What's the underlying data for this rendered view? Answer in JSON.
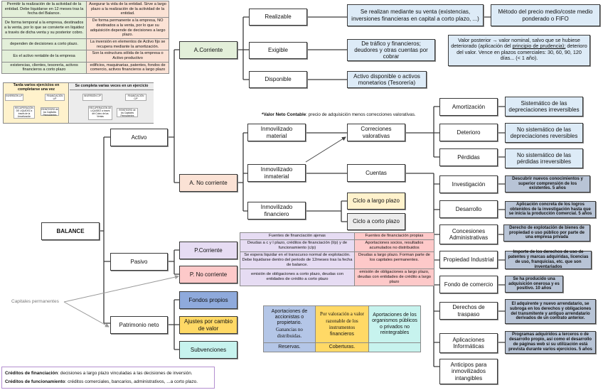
{
  "title": "BALANCE",
  "top_left_table": {
    "rows": [
      [
        "Permitir la realización de la actividad de la entidad. Debe liquidarse en 12 meses tras la fecha del Balance.",
        "Asegurar la vida de la entidad. Sirve a largo plazo a la realización de la actividad de la entidad."
      ],
      [
        "De forma temporal a la empresa, destinados a la venta, por lo que se convierte en liquidez a través de dicha venta y su posterior cobro.",
        "De forma permanente a la empresa, NO destinados a la venta, por lo que su adquisición depende de decisiones a largo plazo."
      ],
      [
        "dependen de decisiones a corto plazo.",
        "La inversión en elementos de Activo fijo se recupera mediante la amortización."
      ],
      [
        "Es el activo rentable de la empresa",
        "Son la estructura sólida de la empresa o Activo productivo"
      ],
      [
        "existencias, clientes, tesorería, activos financieros a corto plazo",
        "edificios, maquinarias, patentes, fondos de comercio, activos financieros a largo plazo"
      ]
    ]
  },
  "cycle_panel": {
    "left_header": "Tarda varios ejercicios en completarse una vez",
    "right_header": "Se completa varias veces en un ejercicio",
    "left_steps": [
      "INVERSIÓN L/P",
      "FINANCIACIÓN L/P",
      "RECUPERACIÓN DE LIQUIDEZ a través de la Amortización",
      "REINTEGRO de los Capitales Permanentes"
    ],
    "right_steps": [
      "INVERSIÓN C/P",
      "FINANCIACIÓN C/P",
      "RECUPERACIÓN DE LIQUIDEZ a través del Cobro de las Ventas",
      "REINTEGRO de los Capitales Permanentes"
    ]
  },
  "tree": {
    "balance": "BALANCE",
    "activo": "Activo",
    "pasivo": "Pasivo",
    "patrimonio": "Patrimonio neto",
    "a_corriente": "A.Corriente",
    "a_no_corriente": "A. No corriente",
    "p_corriente": "P.Corriente",
    "p_no_corriente": "P. No corriente",
    "fondos_propios": "Fondos propios",
    "ajustes": "Ajustes por cambio de valor",
    "subvenciones": "Subvenciones",
    "realizable": "Realizable",
    "exigible": "Exigible",
    "disponible": "Disponible",
    "realizable_desc": "Se realizan mediante su venta (existencias, inversiones financieras en capital a corto plazo, ...)",
    "realizable_method": "Método del precio medio/coste medio ponderado o FIFO",
    "exigible_desc": "De tráfico y financieros; deudores y otras cuentas por cobrar",
    "exigible_note_1": "Valor posterior → valor nominal, salvo que se hubiese deteriorado (aplicación del ",
    "exigible_note_link": "principio de prudencia);",
    "exigible_note_2": " deterioro del valor. Vence en plazos comerciales: 30, 60, 90, 120 días... (< 1 año).",
    "disponible_desc": "Activo disponible o activos monetarios (Tesorería)",
    "vnc_label": "*Valor Neto Contable",
    "vnc_text": ": precio de adquisición menos correcciones valorativas.",
    "inm_material": "Inmovilizado material",
    "inm_inmaterial": "Inmovilizado inmaterial",
    "inm_financiero": "Inmovilizado financiero",
    "correcciones": "Correciones valorativas",
    "cuentas": "Cuentas",
    "ciclo_largo": "Ciclo a largo plazo",
    "ciclo_corto": "Ciclo a corto plazo",
    "capitales_permanentes": "Capitales permanentes"
  },
  "correcciones_items": [
    {
      "label": "Amortización",
      "desc": "Sistemático de las depreciaciones irreversibles"
    },
    {
      "label": "Deterioro",
      "desc": "No sistemático de las depreciaciones reversibles"
    },
    {
      "label": "Pérdidas",
      "desc": "No sistemático de las pérdidas irreversibles"
    }
  ],
  "cuentas_items": [
    {
      "label": "Investigación",
      "desc": "Descubrir nuevos conocimientos y superior comprensión de los existentes. 5 años"
    },
    {
      "label": "Desarrollo",
      "desc": "Aplicación concreta de los logros obtenidos de la investigación hasta que se inicia la producción comercial. 5 años"
    },
    {
      "label": "Concesiones Administrativas",
      "desc": "Derecho de explotación de bienes de propiedad o uso público por parte de una empresa privada"
    },
    {
      "label": "Propiedad Industrial",
      "desc": "Importe de los derechos de uso de patentes y marcas adquiridas, licencias de uso, franquicias, etc. que son inventariados"
    },
    {
      "label": "Fondo de comercio",
      "desc": "Se ha producido una adquisición onerosa y es positivo. 10 años"
    },
    {
      "label": "Derechos de traspaso",
      "desc": "El adquirente y nuevo arrendatario, se subroga en los derechos y obligaciones del transmitente y antiguo arrendatario derivados de un contrato anterior."
    },
    {
      "label": "Aplicaciones Informáticas",
      "desc": "Programas adquiridos a terceros o de desarrollo propio, así como el desarrollo de páginas web si su utilización está prevista durante varios ejercicios. 5 años"
    },
    {
      "label": "Anticipos para inmovilizados intangibles",
      "desc": ""
    }
  ],
  "financing_table": {
    "headers": [
      "Fuentes de financiación ajenas",
      "Fuentes de financiación propias"
    ],
    "rows": [
      [
        "Deudas a c y l plazo, créditos de financiación (l/p) y de funcionamiento (c/p)",
        "Aportaciones socios, resultados acumulados no distribuidos"
      ],
      [
        "Se espera liquidar en el transcurso normal de explotación. Debe liquidarse dentro del periodo de 12meses tras la fecha de balance.",
        "Deudas a largo plazo. Forman parte de los capitales permanentes."
      ],
      [
        "emisión de obligaciones a corto plazo, deudas con entidades de crédito a corto plazo",
        "emisión de obligaciones a largo plazo, deudas con entidades de crédito a largo plazo"
      ]
    ]
  },
  "patrimonio_table": {
    "col1_a": "Aportaciones de accionistas o propietario.",
    "col1_b": "Ganancias no distribuidas.",
    "col2_a": "Por valoración a valor razonable de los instrumentos",
    "col2_b": "financieros",
    "col3": "Aportaciones de los organismos públicos o privados no reintegrables",
    "foot": [
      "Reservas.",
      "Coberturas.",
      ""
    ]
  },
  "footer_notes": [
    {
      "term": "Créditos de financiación",
      "text": ": decisiones a largo plazo vinculadas a las decisiones de inversión."
    },
    {
      "term": "Créditos de funcionamiento",
      "text": ": créditos comerciales, bancarios, administrativos, ...a corto plazo."
    }
  ],
  "colors": {
    "green": "#e3efd9",
    "peach": "#fbe2d5",
    "lilac": "#e6dcf3",
    "pink": "#fdc9c9",
    "blue": "#8faadc",
    "yellow": "#ffd966",
    "cyan": "#c7f3ee",
    "light_blue": "#ddebf7",
    "slate": "#b8c4d6"
  }
}
